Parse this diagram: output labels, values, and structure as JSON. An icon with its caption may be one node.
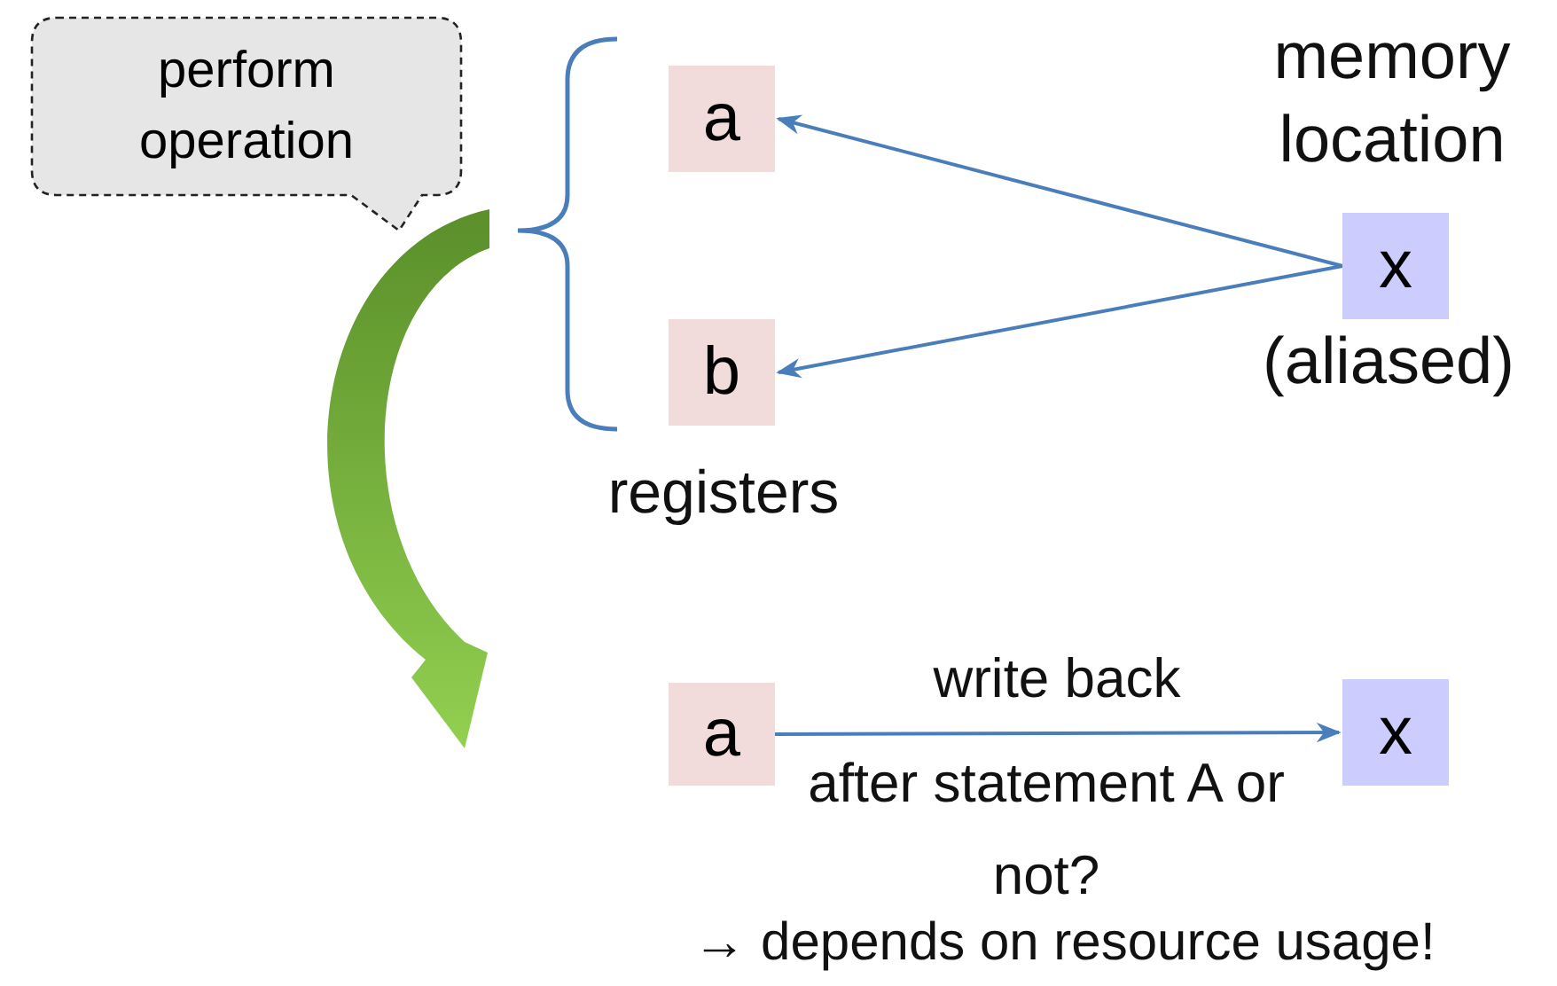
{
  "diagram": {
    "nodes": [
      {
        "text": [
          "perform operation"
        ]
      },
      {
        "text": [
          "a"
        ]
      },
      {
        "text": [
          "b"
        ]
      },
      {
        "text": [
          "x"
        ],
        "beside": [
          "memory location",
          "(aliased)"
        ]
      },
      {
        "text": [
          "a"
        ]
      },
      {
        "text": [
          "x"
        ]
      }
    ],
    "edges": [
      {
        "from": 3,
        "to": 1,
        "arrow": "to"
      },
      {
        "from": 3,
        "to": 2,
        "arrow": "to"
      },
      {
        "from": 4,
        "to": 5,
        "arrow": "to",
        "label": "write back"
      }
    ],
    "labels": [
      "registers",
      "after statement A or not?",
      "→ depends on resource usage!"
    ]
  }
}
